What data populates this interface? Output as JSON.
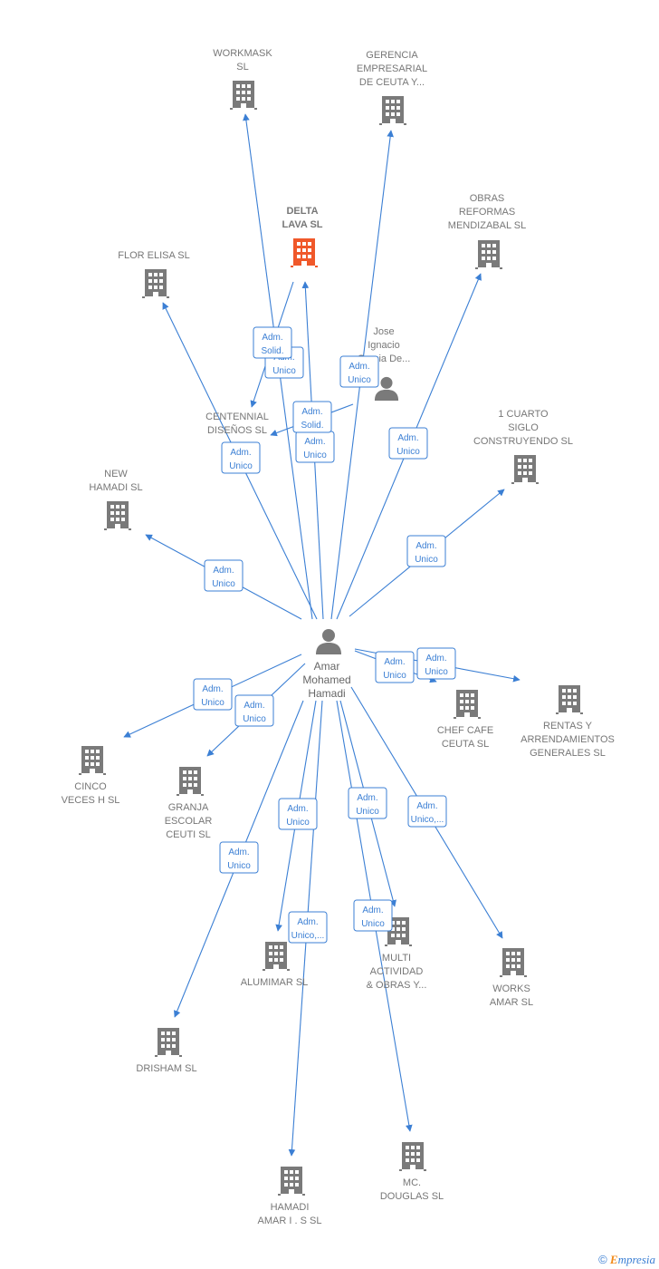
{
  "colors": {
    "edge": "#3b7fd4",
    "node": "#7a7a7a",
    "highlight": "#f0582a"
  },
  "nodes": [
    {
      "id": "amar",
      "type": "person",
      "label": [
        "Amar",
        "Mohamed",
        "Hamadi"
      ],
      "main": true
    },
    {
      "id": "jose",
      "type": "person",
      "label": [
        "Jose",
        "Ignacio",
        "Garcia De..."
      ]
    },
    {
      "id": "workmask",
      "type": "company",
      "label": [
        "WORKMASK",
        "SL"
      ]
    },
    {
      "id": "gerencia",
      "type": "company",
      "label": [
        "GERENCIA",
        "EMPRESARIAL",
        "DE CEUTA Y..."
      ]
    },
    {
      "id": "delta",
      "type": "company",
      "label": [
        "DELTA",
        "LAVA  SL"
      ],
      "highlight": true
    },
    {
      "id": "obras",
      "type": "company",
      "label": [
        "OBRAS",
        "REFORMAS",
        "MENDIZABAL SL"
      ]
    },
    {
      "id": "flor",
      "type": "company",
      "label": [
        "FLOR ELISA SL"
      ]
    },
    {
      "id": "centennial",
      "type": "label-only",
      "label": [
        "CENTENNIAL",
        "DISEÑOS  SL"
      ]
    },
    {
      "id": "cuarto",
      "type": "company",
      "label": [
        "1 CUARTO",
        "SIGLO",
        "CONSTRUYENDO SL"
      ]
    },
    {
      "id": "newhamadi",
      "type": "company",
      "label": [
        "NEW",
        "HAMADI  SL"
      ]
    },
    {
      "id": "chef",
      "type": "company",
      "label": [
        "CHEF CAFE",
        "CEUTA SL"
      ]
    },
    {
      "id": "rentas",
      "type": "company",
      "label": [
        "RENTAS Y",
        "ARRENDAMIENTOS",
        "GENERALES SL"
      ]
    },
    {
      "id": "cinco",
      "type": "company",
      "label": [
        "CINCO",
        "VECES H  SL"
      ]
    },
    {
      "id": "granja",
      "type": "company",
      "label": [
        "GRANJA",
        "ESCOLAR",
        "CEUTI SL"
      ]
    },
    {
      "id": "alumimar",
      "type": "company",
      "label": [
        "ALUMIMAR  SL"
      ]
    },
    {
      "id": "multi",
      "type": "company",
      "label": [
        "MULTI",
        "ACTIVIDAD",
        "& OBRAS Y..."
      ]
    },
    {
      "id": "works",
      "type": "company",
      "label": [
        "WORKS",
        "AMAR SL"
      ]
    },
    {
      "id": "drisham",
      "type": "company",
      "label": [
        "DRISHAM SL"
      ]
    },
    {
      "id": "mc",
      "type": "company",
      "label": [
        "MC.",
        "DOUGLAS  SL"
      ]
    },
    {
      "id": "hamadiamar",
      "type": "company",
      "label": [
        "HAMADI",
        "AMAR I .  S  SL"
      ]
    }
  ],
  "edges": [
    {
      "from": "amar",
      "to": "workmask",
      "role": [
        "Adm.",
        "Unico"
      ]
    },
    {
      "from": "amar",
      "to": "gerencia",
      "role": [
        "Adm.",
        "Unico"
      ]
    },
    {
      "from": "amar",
      "to": "delta",
      "role": [
        "Adm.",
        "Unico"
      ]
    },
    {
      "from": "amar",
      "to": "obras",
      "role": [
        "Adm.",
        "Unico"
      ]
    },
    {
      "from": "amar",
      "to": "flor",
      "role": [
        "Adm.",
        "Unico"
      ]
    },
    {
      "from": "amar",
      "to": "cuarto",
      "role": [
        "Adm.",
        "Unico"
      ]
    },
    {
      "from": "amar",
      "to": "newhamadi",
      "role": [
        "Adm.",
        "Unico"
      ]
    },
    {
      "from": "delta",
      "to": "centennial",
      "role": [
        "Adm.",
        "Solid."
      ]
    },
    {
      "from": "jose",
      "to": "centennial",
      "role": [
        "Adm.",
        "Solid."
      ]
    },
    {
      "from": "amar",
      "to": "chef",
      "role": [
        "Adm.",
        "Unico"
      ]
    },
    {
      "from": "amar",
      "to": "rentas",
      "role": [
        "Adm.",
        "Unico"
      ]
    },
    {
      "from": "amar",
      "to": "cinco",
      "role": [
        "Adm.",
        "Unico"
      ]
    },
    {
      "from": "amar",
      "to": "granja",
      "role": [
        "Adm.",
        "Unico"
      ]
    },
    {
      "from": "amar",
      "to": "alumimar",
      "role": [
        "Adm.",
        "Unico"
      ]
    },
    {
      "from": "amar",
      "to": "multi",
      "role": [
        "Adm.",
        "Unico"
      ]
    },
    {
      "from": "amar",
      "to": "works",
      "role": [
        "Adm.",
        "Unico,..."
      ]
    },
    {
      "from": "amar",
      "to": "drisham",
      "role": [
        "Adm.",
        "Unico"
      ]
    },
    {
      "from": "amar",
      "to": "mc",
      "role": [
        "Adm.",
        "Unico"
      ]
    },
    {
      "from": "amar",
      "to": "hamadiamar",
      "role": [
        "Adm.",
        "Unico,..."
      ]
    }
  ],
  "footer": {
    "copyright": "©",
    "brand_initial": "E",
    "brand_rest": "mpresia"
  }
}
